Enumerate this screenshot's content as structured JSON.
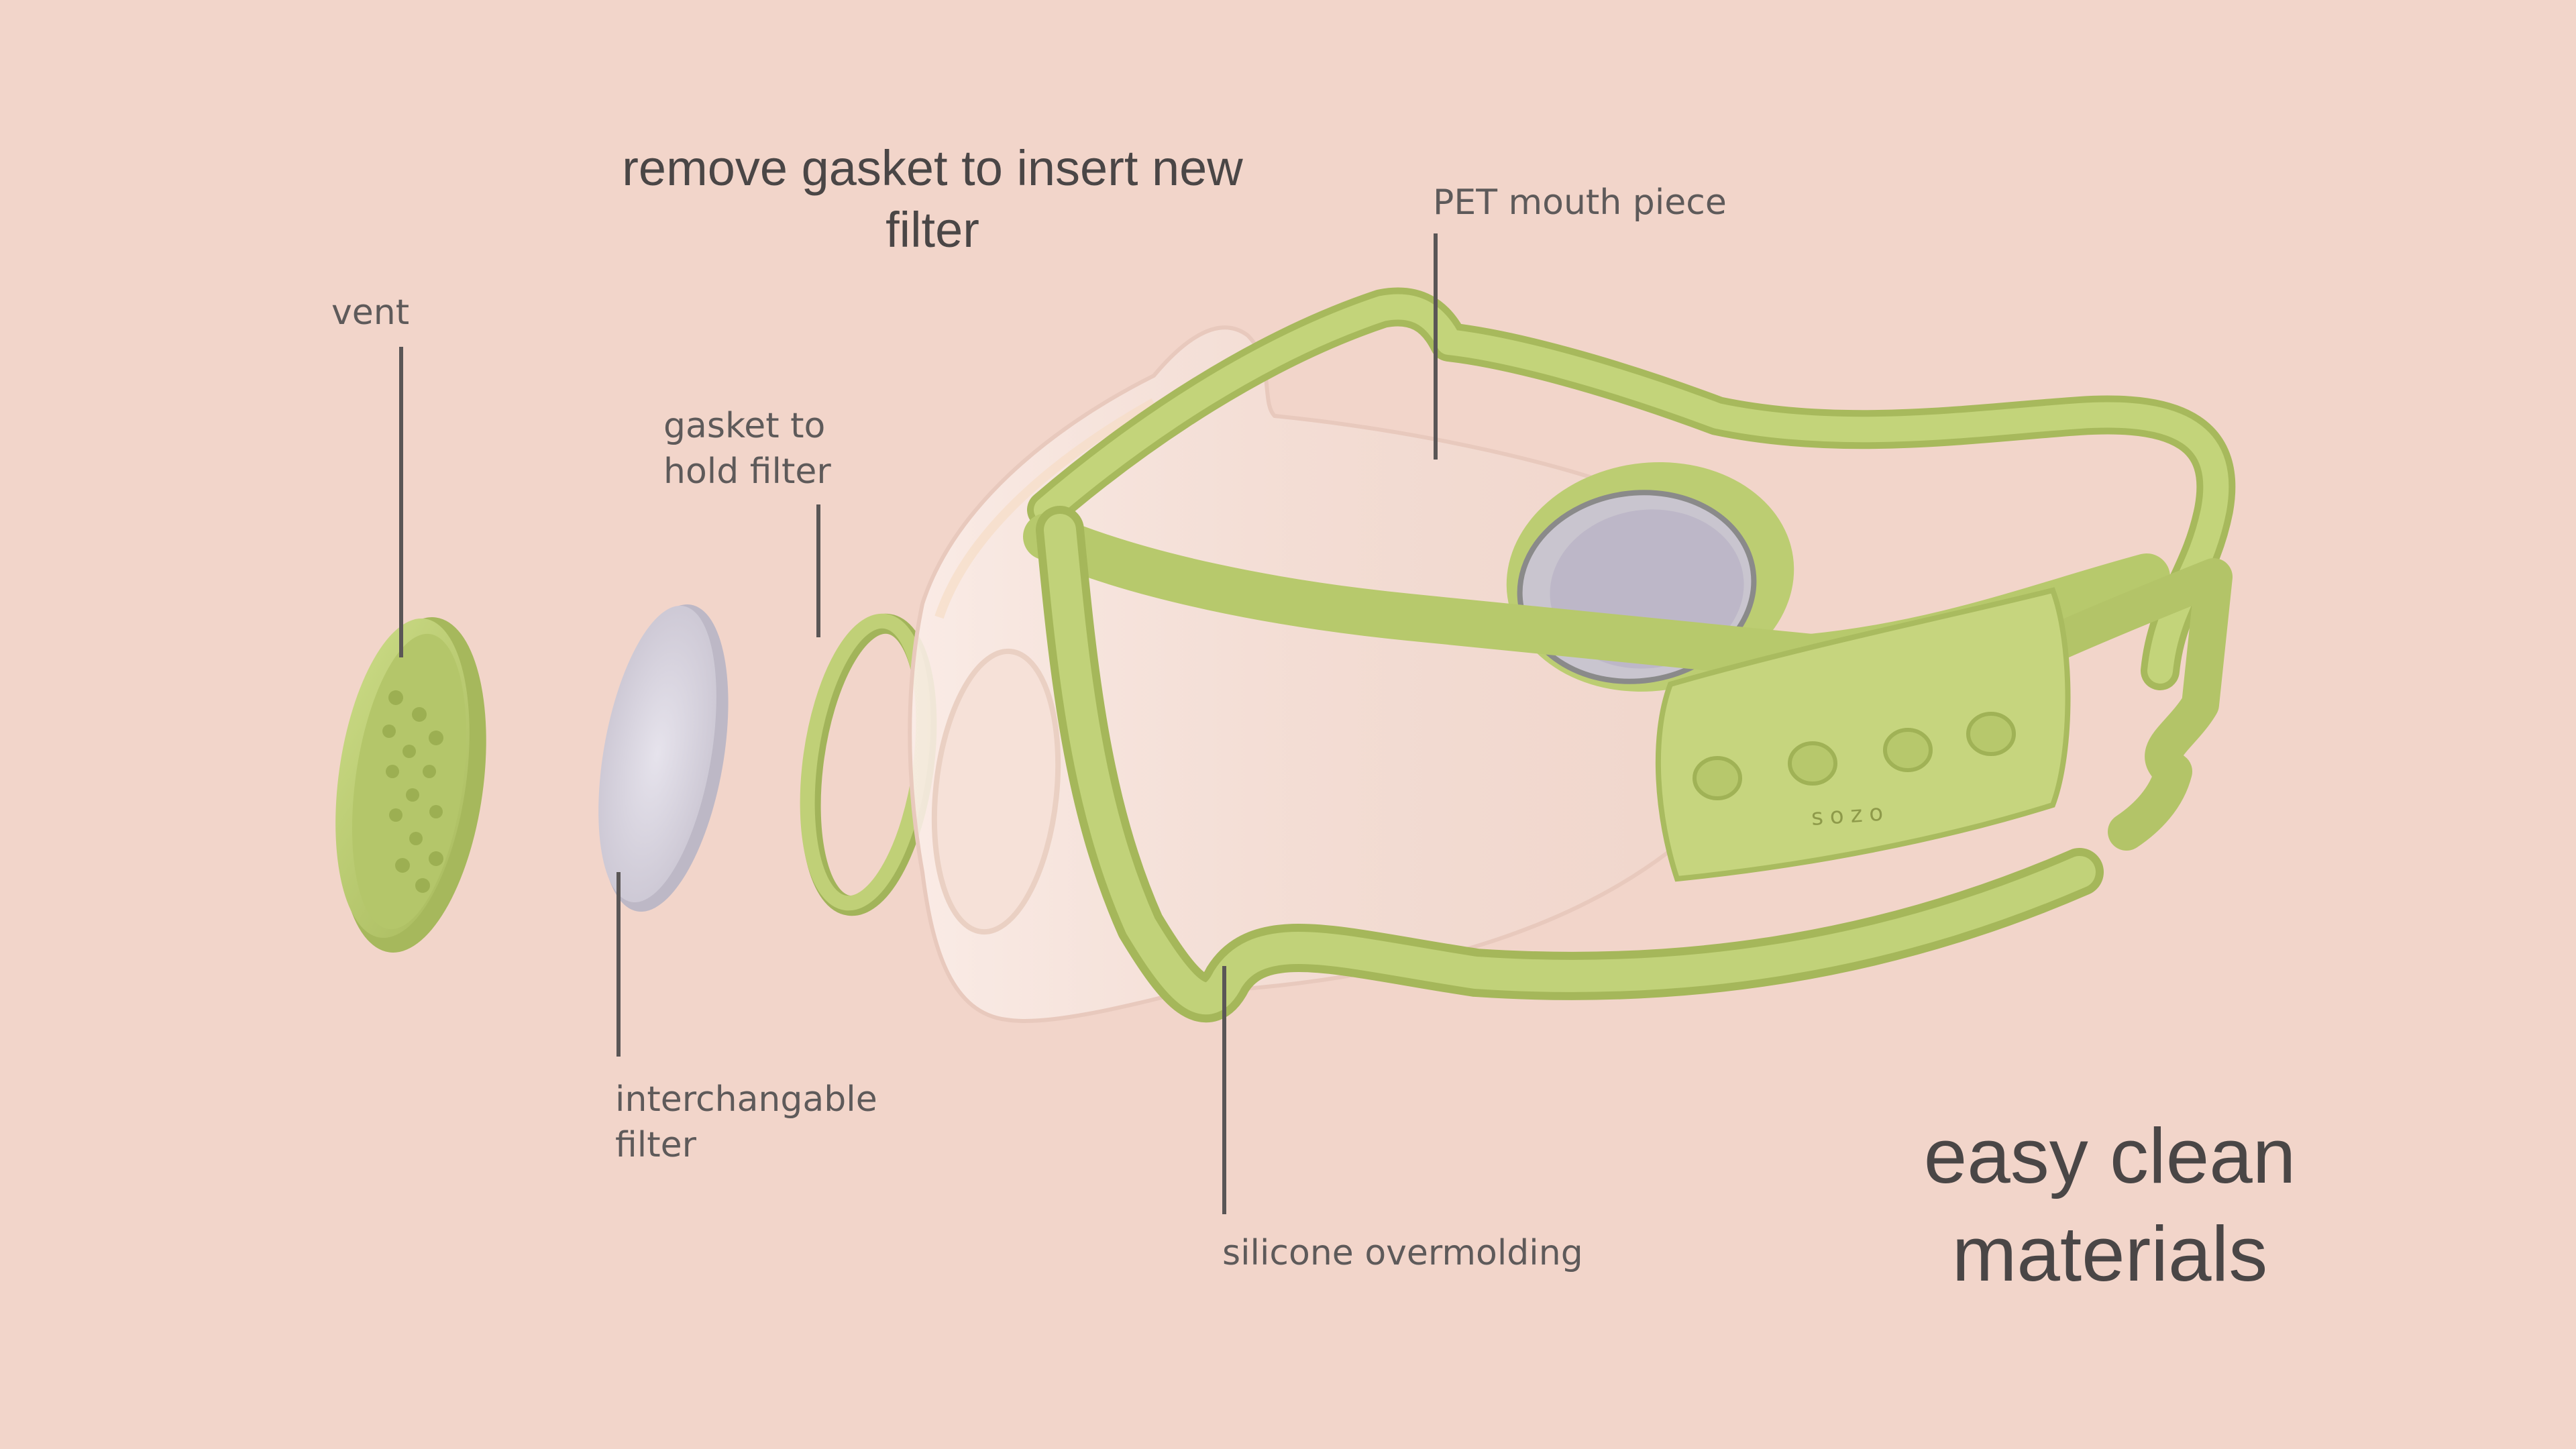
{
  "headlines": {
    "top": [
      "remove gasket to insert new",
      "filter"
    ],
    "bottom": [
      "easy clean",
      "materials"
    ]
  },
  "labels": {
    "vent": "vent",
    "gasket": [
      "gasket to",
      "hold filter"
    ],
    "pet": "PET mouth piece",
    "filter": [
      "interchangable",
      "filter"
    ],
    "silicone": "silicone overmolding"
  },
  "logo_text": "sozo",
  "colors": {
    "background": "#f2d5ca",
    "silicone_green": "#bccd72",
    "silicone_dark": "#93a34f",
    "filter_grey": "#d9d6e0",
    "pet_clear": "#f6e6e0",
    "text": "#5e5a5a",
    "leader_line": "#5a5656"
  }
}
